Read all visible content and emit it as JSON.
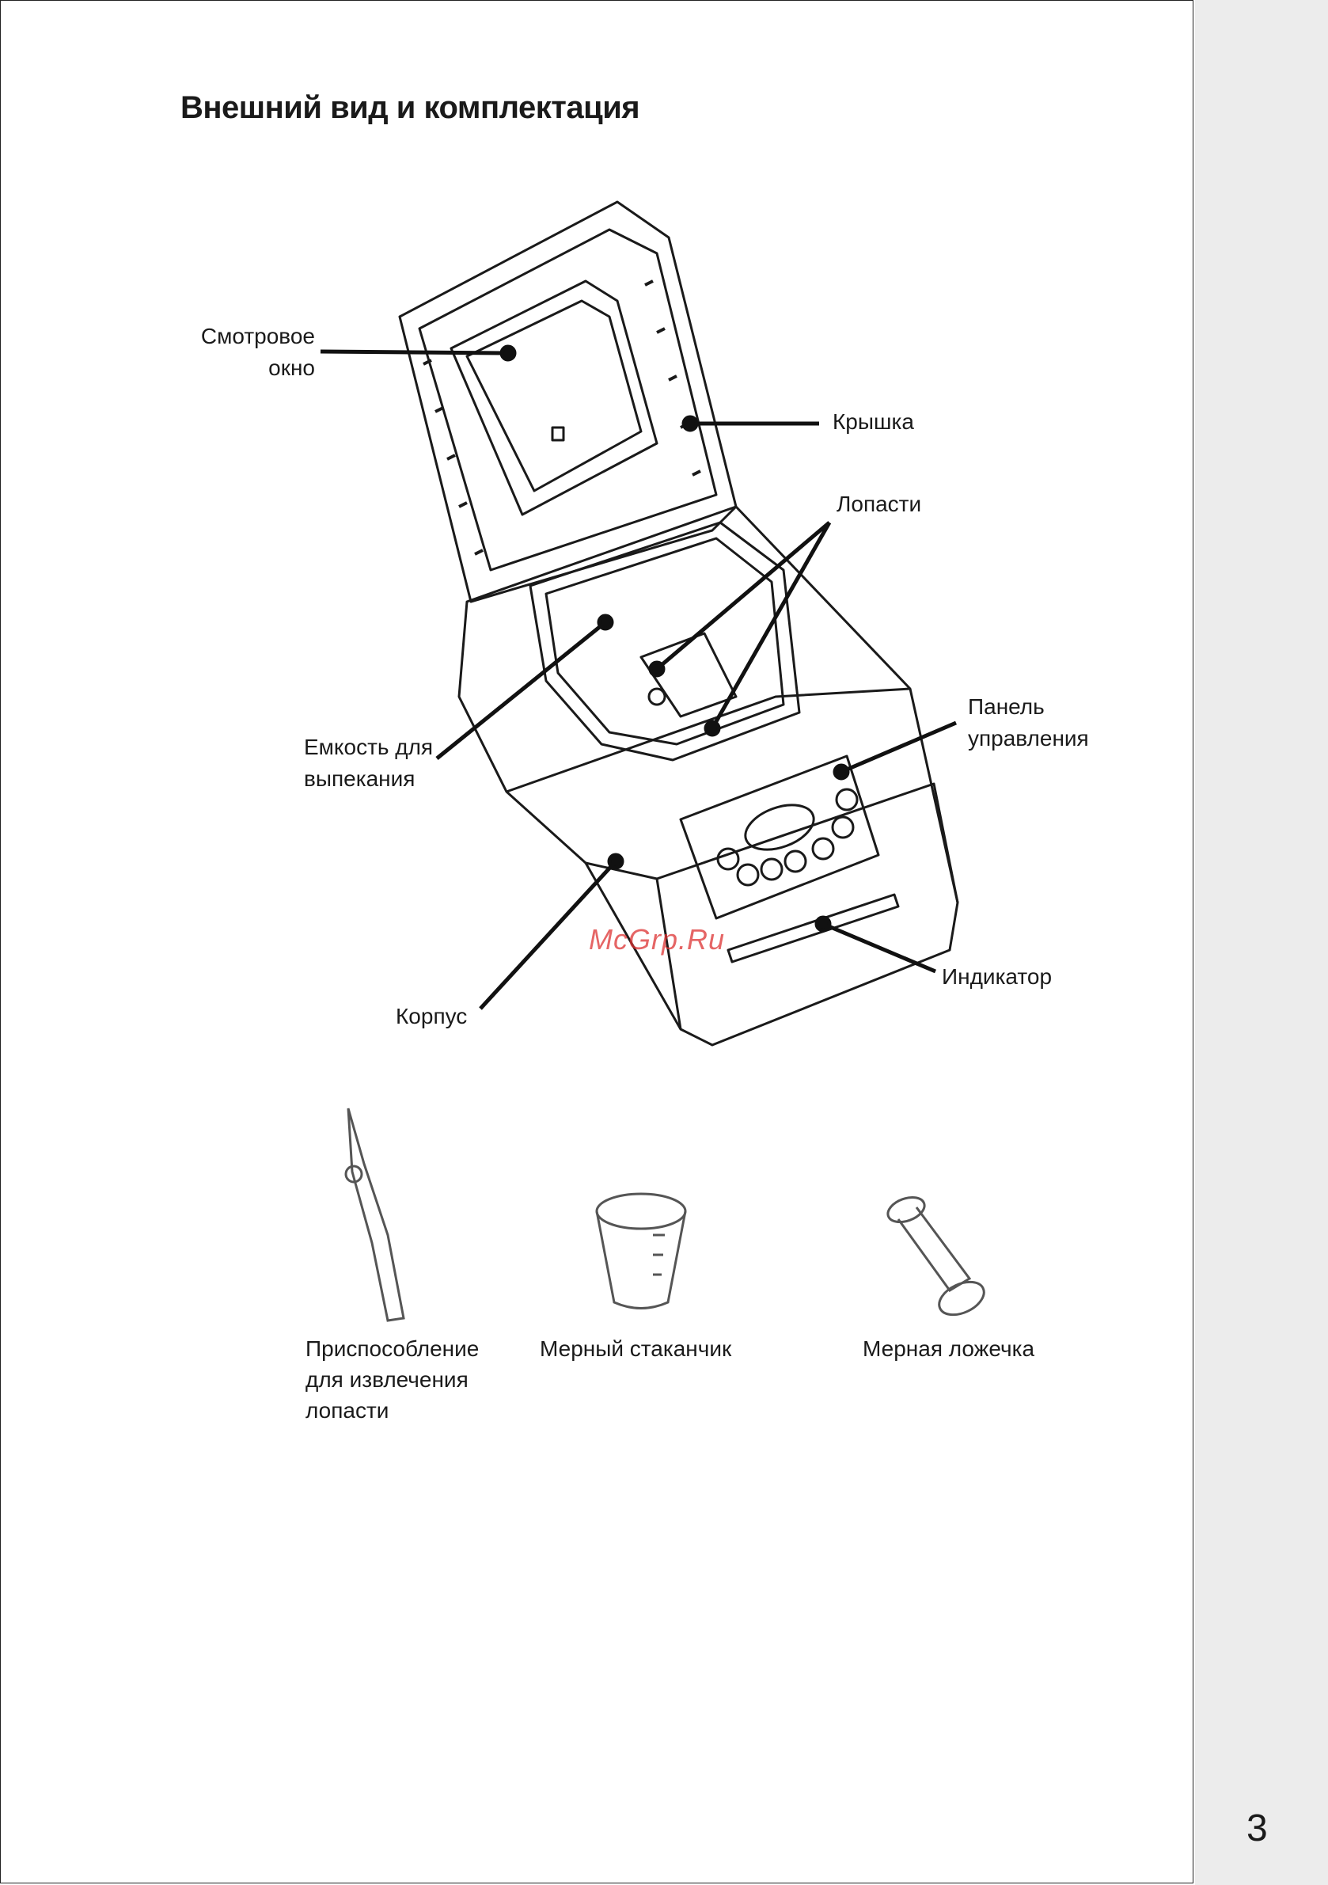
{
  "title": "Внешний вид и комплектация",
  "labels": {
    "viewing_window": [
      "Смотровое",
      "окно"
    ],
    "lid": "Крышка",
    "paddles": "Лопасти",
    "control_panel": [
      "Панель",
      "управления"
    ],
    "baking_pan": [
      "Емкость для",
      "выпекания"
    ],
    "indicator": "Индикатор",
    "body": "Корпус"
  },
  "accessories": {
    "paddle_tool": [
      "Приспособление",
      "для извлечения",
      "лопасти"
    ],
    "measuring_cup": "Мерный стаканчик",
    "measuring_spoon": "Мерная ложечка"
  },
  "watermark": "McGrp.Ru",
  "page_number": "3"
}
